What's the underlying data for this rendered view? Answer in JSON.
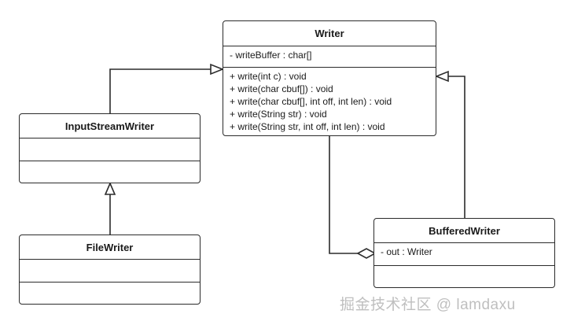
{
  "classes": {
    "writer": {
      "name": "Writer",
      "attributes": [
        "- writeBuffer : char[]"
      ],
      "methods": [
        "+ write(int c) : void",
        "+ write(char cbuf[]) : void",
        "+ write(char cbuf[], int off, int len) : void",
        "+ write(String str) : void",
        "+ write(String str, int off, int len) : void"
      ]
    },
    "input_stream_writer": {
      "name": "InputStreamWriter",
      "attributes": [],
      "methods": []
    },
    "file_writer": {
      "name": "FileWriter",
      "attributes": [],
      "methods": []
    },
    "buffered_writer": {
      "name": "BufferedWriter",
      "attributes": [
        "- out :  Writer"
      ],
      "methods": []
    }
  },
  "relations": [
    {
      "from": "InputStreamWriter",
      "to": "Writer",
      "type": "generalization"
    },
    {
      "from": "FileWriter",
      "to": "InputStreamWriter",
      "type": "generalization"
    },
    {
      "from": "BufferedWriter",
      "to": "Writer",
      "type": "generalization"
    },
    {
      "from": "BufferedWriter",
      "to": "Writer",
      "type": "aggregation"
    }
  ],
  "watermark": "掘金技术社区 @ lamdaxu"
}
